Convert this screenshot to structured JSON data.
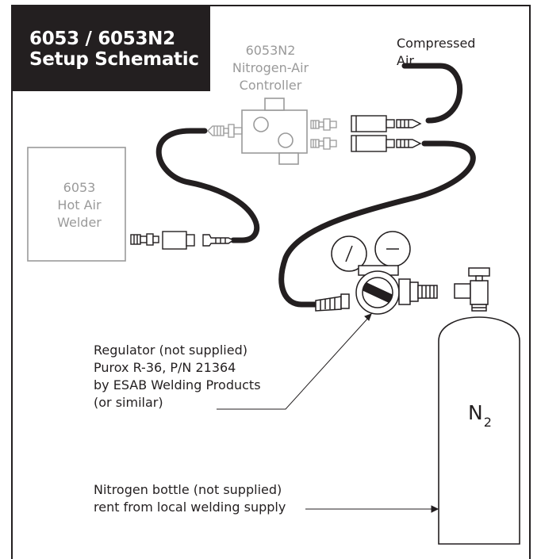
{
  "title": {
    "line1": "6053  / 6053N2",
    "line2": "Setup Schematic"
  },
  "controller": {
    "label_lines": [
      "6053N2",
      "Nitrogen-Air",
      "Controller"
    ]
  },
  "welder": {
    "label_lines": [
      "6053",
      "Hot Air",
      "Welder"
    ]
  },
  "compressed_air": {
    "label_lines": [
      "Compressed",
      "Air"
    ]
  },
  "regulator": {
    "label_lines": [
      "Regulator (not supplied)",
      "Purox R-36, P/N 21364",
      "by ESAB Welding Products",
      "(or similar)"
    ]
  },
  "bottle": {
    "symbol": "N",
    "subscript": "2",
    "label_lines": [
      "Nitrogen bottle (not supplied)",
      "rent from local welding supply"
    ]
  },
  "colors": {
    "ink": "#231f20",
    "gray": "#9a9a9a",
    "title_bg": "#231f20",
    "title_text": "#ffffff"
  }
}
